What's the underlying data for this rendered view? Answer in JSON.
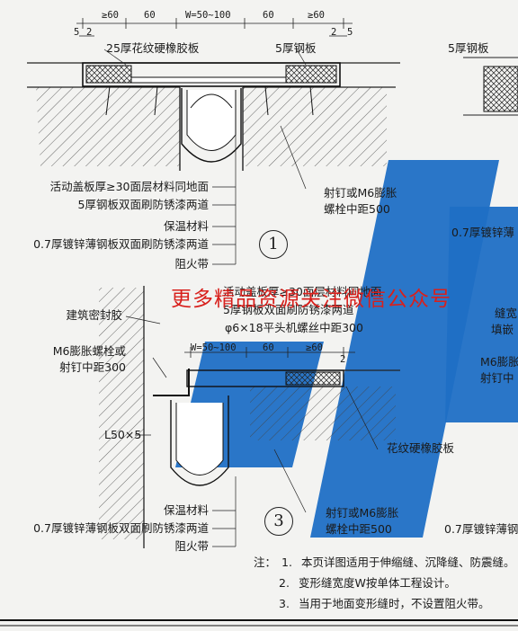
{
  "brand_color": "#1f6fc5",
  "watermark": {
    "text": "更多精品资源关注微信公众号",
    "color": "#d8201c"
  },
  "detail1": {
    "dims_top": [
      "≥60",
      "60",
      "W=50~100",
      "60",
      "≥60"
    ],
    "dims_small_left": [
      "5",
      "2"
    ],
    "dims_small_right": [
      "2",
      "5"
    ],
    "labels": {
      "rubber_board": "25厚花纹硬橡胶板",
      "steel_plate": "5厚钢板",
      "cover_plate": "活动盖板厚≥30面层材料同地面",
      "steel_paint": "5厚钢板双面刷防锈漆两道",
      "insulation": "保温材料",
      "galv_sheet": "0.7厚镀锌薄钢板双面刷防锈漆两道",
      "fire_band": "阻火带",
      "nail_bolt": "射钉或M6膨胀",
      "nail_bolt_2": "螺栓中距500"
    },
    "number": "1"
  },
  "detail3": {
    "dims_top": [
      "W=50~100",
      "60",
      "≥60"
    ],
    "dim_small": "2",
    "labels": {
      "cover_plate": "活动盖板厚≥30面层材料同地面",
      "steel_paint": "5厚钢板双面刷防锈漆两道",
      "screw": "φ6×18平头机螺丝中距300",
      "sealant": "建筑密封胶",
      "m6_bolt": "M6膨胀螺栓或",
      "m6_bolt_2": "射钉中距300",
      "angle": "L50×5",
      "rubber": "花纹硬橡胶板",
      "insulation": "保温材料",
      "galv_sheet": "0.7厚镀锌薄钢板双面刷防锈漆两道",
      "fire_band": "阻火带",
      "nail_bolt": "射钉或M6膨胀",
      "nail_bolt_2": "螺栓中距500"
    },
    "number": "3"
  },
  "right_partial": {
    "steel_plate": "5厚钢板",
    "galv_cut": "0.7厚镀锌薄",
    "joint_cut": "缝宽",
    "fill_cut": "填嵌",
    "m6_cut": "M6膨胀",
    "nail_cut": "射钉中",
    "galv_cut_bottom": "0.7厚镀锌薄钢"
  },
  "notes": {
    "prefix": "注：",
    "items": [
      {
        "num": "1.",
        "text": "本页详图适用于伸缩缝、沉降缝、防震缝。"
      },
      {
        "num": "2.",
        "text": "变形缝宽度W按单体工程设计。"
      },
      {
        "num": "3.",
        "text": "当用于地面变形缝时，不设置阻火带。"
      }
    ]
  }
}
